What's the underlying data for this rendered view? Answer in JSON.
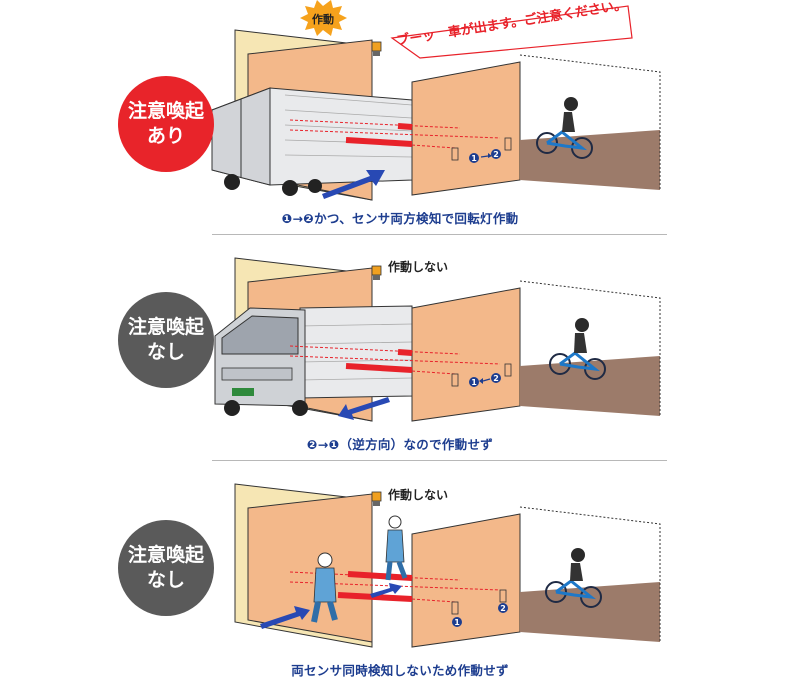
{
  "colors": {
    "alert_red": "#e8242a",
    "inactive_gray": "#5a5a5a",
    "caption_blue": "#1d3d8f",
    "beam_red": "#e8222a",
    "wall_orange": "#f3b88a",
    "arrow_blue": "#2849b4"
  },
  "panels": [
    {
      "badge": {
        "line1": "注意喚起",
        "line2": "あり",
        "color": "#e8242a"
      },
      "status": "作動",
      "announcement": "ブーッ　車が出ます。ご注意ください。",
      "sensor_a": "1",
      "sensor_b": "2",
      "caption": "❶→❷かつ、センサ両方検知で回転灯作動"
    },
    {
      "badge": {
        "line1": "注意喚起",
        "line2": "なし",
        "color": "#5a5a5a"
      },
      "status": "作動しない",
      "sensor_a": "1",
      "sensor_b": "2",
      "caption": "❷→❶（逆方向）なので作動せず"
    },
    {
      "badge": {
        "line1": "注意喚起",
        "line2": "なし",
        "color": "#5a5a5a"
      },
      "status": "作動しない",
      "sensor_a": "1",
      "sensor_b": "2",
      "caption": "両センサ同時検知しないため作動せず"
    }
  ]
}
